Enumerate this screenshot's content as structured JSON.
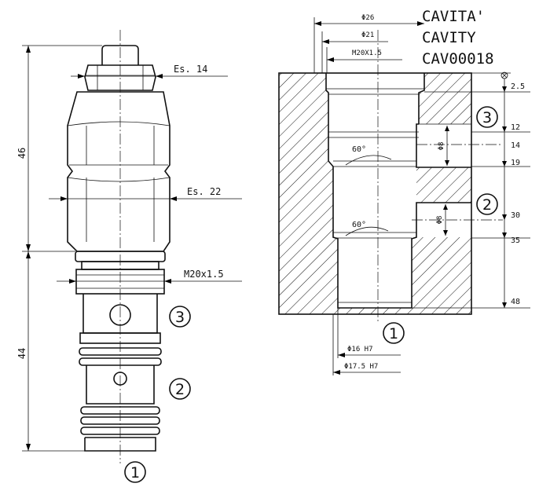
{
  "title_lines": [
    "CAVITA'",
    "CAVITY",
    "CAV00018"
  ],
  "valve": {
    "hex_small": "Es. 14",
    "hex_large": "Es. 22",
    "thread": "M20x1.5",
    "dim_upper": "46",
    "dim_lower": "44",
    "ports": [
      "3",
      "2",
      "1"
    ]
  },
  "cavity": {
    "diam_top": "Φ26",
    "diam_bore": "Φ21",
    "thread": "M20X1.5",
    "depths": [
      "2.5",
      "12",
      "14",
      "19",
      "30",
      "35",
      "48"
    ],
    "port_diam": [
      "Φ8",
      "Φ8"
    ],
    "angles": [
      "60°",
      "60°"
    ],
    "ports": [
      "3",
      "2",
      "1"
    ],
    "bottom_diams": [
      "Φ16 H7",
      "Φ17.5 H7"
    ]
  }
}
